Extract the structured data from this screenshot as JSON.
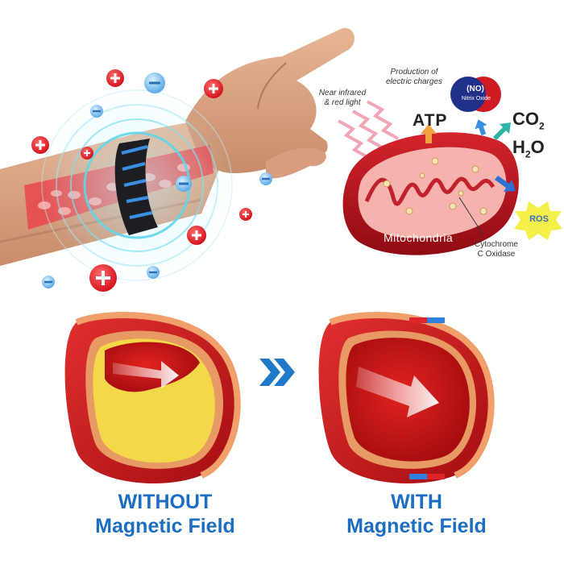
{
  "top_diagram": {
    "production_label": [
      "Production of",
      "electric charges"
    ],
    "light_label": [
      "Near infrared",
      "& red light"
    ],
    "atp": "ATP",
    "no_symbol": "(NO)",
    "no_name": "Nitrix Oxide",
    "co2": {
      "base": "CO",
      "sub": "2"
    },
    "h2o": {
      "pre": "H",
      "sub": "2",
      "post": "O"
    },
    "ros": "ROS",
    "mitochondria": "Mitochondria",
    "cytochrome": [
      "Cytochrome",
      "C Oxidase"
    ]
  },
  "comparison": {
    "left_caption": [
      "WITHOUT",
      "Magnetic Field"
    ],
    "right_caption": [
      "WITH",
      "Magnetic Field"
    ],
    "chevron": "»"
  },
  "colors": {
    "caption_blue": "#1b6ec2",
    "vessel_red": "#c8141b",
    "plaque_yellow": "#f3d94a",
    "glow_cyan": "#5fd6ea",
    "chevron_blue": "#1f78c8"
  }
}
